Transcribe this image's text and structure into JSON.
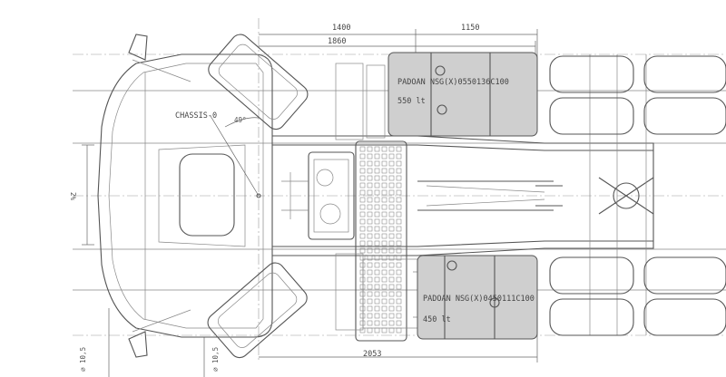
{
  "dimensions": {
    "d1400": "1400",
    "d1150": "1150",
    "d1860": "1860",
    "d2053": "2053"
  },
  "labels": {
    "chassis": "CHASSIS-0",
    "angle": "49°",
    "tank_top_text": "PADOAN NSG(X)0550136C100",
    "tank_top_capacity": "550 lt",
    "tank_bottom_text": "PADOAN NSG(X)0450111C100",
    "tank_bottom_capacity": "450 lt",
    "side_mark": "2%",
    "bottom_left_1": "∅ 10,5",
    "bottom_left_2": "∅ 10,5"
  }
}
